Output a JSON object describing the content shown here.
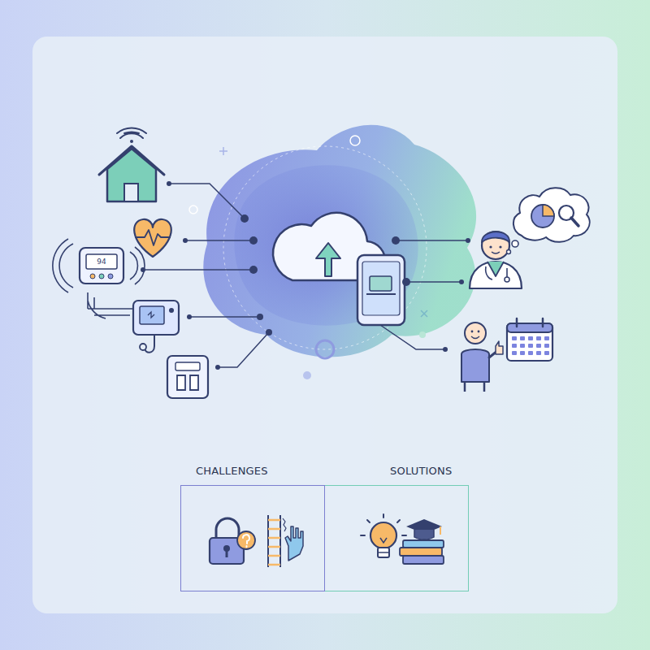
{
  "diagram": {
    "nodes": [
      {
        "text": [
          "CHALLENGES"
        ]
      },
      {
        "text": [
          "SOLUTIONS"
        ]
      }
    ],
    "labels": [
      "94"
    ]
  }
}
